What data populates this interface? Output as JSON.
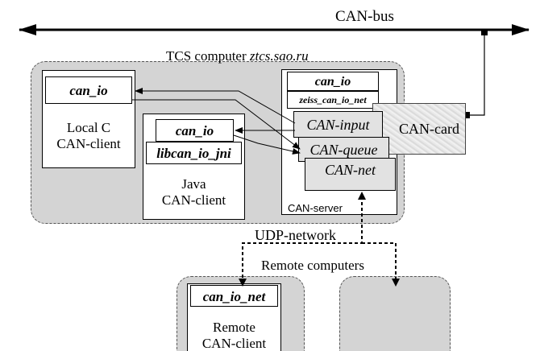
{
  "bus": {
    "label": "CAN-bus"
  },
  "tcs": {
    "label": "TCS computer",
    "host": "ztcs.sao.ru"
  },
  "local_client": {
    "api_label": "can_io",
    "label_line1": "Local C",
    "label_line2": "CAN-client"
  },
  "java_client": {
    "api_label": "can_io",
    "lib_label": "libcan_io_jni",
    "label_line1": "Java",
    "label_line2": "CAN-client"
  },
  "can_server": {
    "api_label": "can_io",
    "net_lib_label": "zeiss_can_io_net",
    "input_label": "CAN-input",
    "queue_label": "CAN-queue",
    "net_label": "CAN-net",
    "label": "CAN-server"
  },
  "can_card": {
    "label": "CAN-card"
  },
  "network": {
    "label": "UDP-network"
  },
  "remote": {
    "label": "Remote computers",
    "client": {
      "api_label": "can_io_net",
      "label_line1": "Remote",
      "label_line2": "CAN-client"
    }
  },
  "colors": {
    "group_fill": "#d4d4d4",
    "module_fill": "#e2e2e2"
  }
}
